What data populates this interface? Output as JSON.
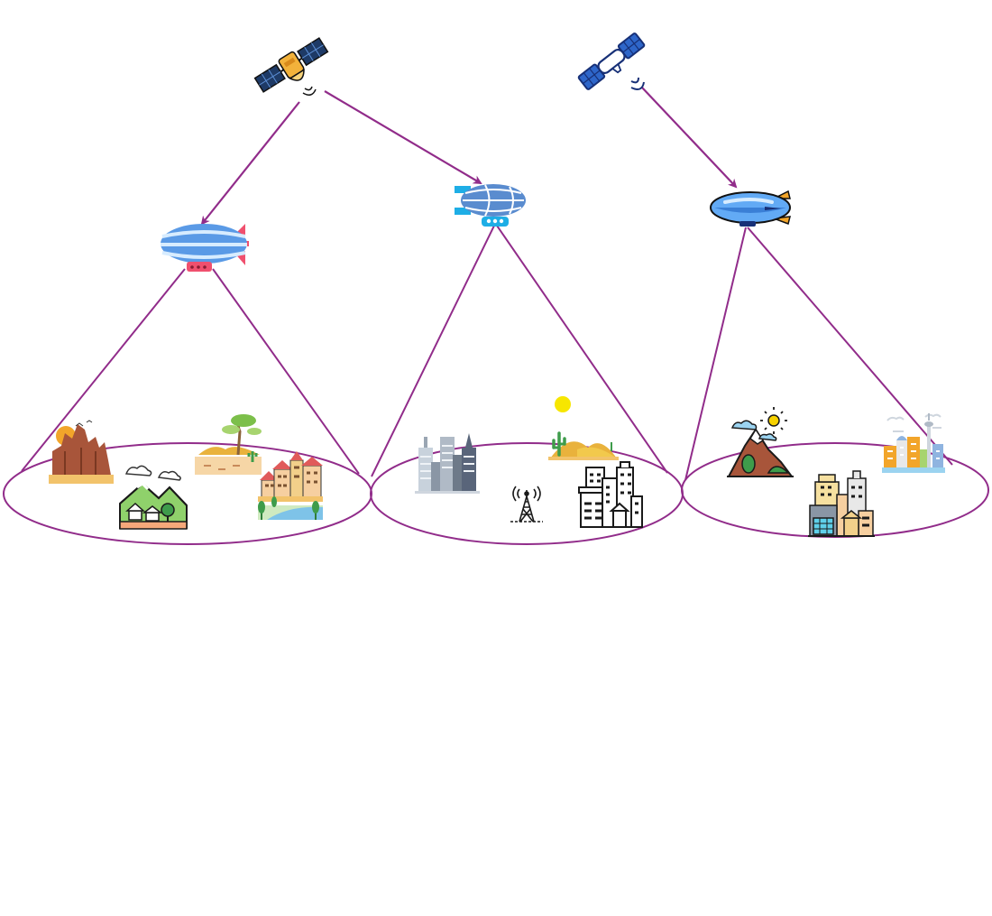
{
  "colors": {
    "link": "#912c8a",
    "satellite_panel": "#1e3a66",
    "satellite_body_gold": "#f2b23b",
    "satellite_navy": "#173077",
    "airship_blue": "#5a9ae6",
    "airship_light": "#d7ecff",
    "airship_pink": "#f0506e",
    "airship_cyan": "#1eaee6",
    "orange_fin": "#f2a52a",
    "rock": "#a8553a",
    "sand": "#e9b23c",
    "sun": "#f7e600",
    "tree_green": "#7cbf4a",
    "grass": "#cfeac0",
    "building_grey": "#8a96a5",
    "building_beige": "#f6cfa0"
  },
  "diagram": {
    "satellites": [
      {
        "name": "satellite-1",
        "icon": "satellite-icon"
      },
      {
        "name": "satellite-2",
        "icon": "satellite-navy-icon"
      }
    ],
    "airships": [
      {
        "name": "airship-1",
        "icon": "striped-blimp-icon"
      },
      {
        "name": "airship-2",
        "icon": "zeppelin-icon"
      },
      {
        "name": "airship-3",
        "icon": "blimp-icon"
      }
    ],
    "coverage_areas": [
      {
        "name": "coverage-area-1",
        "landmarks": [
          "canyon-icon",
          "desert-tree-icon",
          "mountain-village-icon",
          "town-icon"
        ]
      },
      {
        "name": "coverage-area-2",
        "landmarks": [
          "skyscrapers-icon",
          "desert-sun-icon",
          "cell-tower-icon",
          "city-buildings-icon"
        ]
      },
      {
        "name": "coverage-area-3",
        "landmarks": [
          "mountain-sun-icon",
          "city-skyline-icon",
          "downtown-buildings-icon"
        ]
      }
    ],
    "links": [
      "satellite-1-to-airship-1",
      "satellite-1-to-airship-2",
      "satellite-2-to-airship-3"
    ]
  }
}
